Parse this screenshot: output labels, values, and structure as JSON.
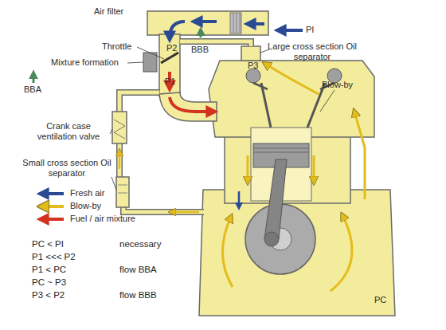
{
  "diagram": {
    "labels": [
      "Air filter",
      "PI",
      "Throttle",
      "P2",
      "Mixture formation",
      "BBB",
      "P1",
      "Large cross section Oil separator",
      "BBA",
      "P3",
      "Crank case ventilation valve",
      "Blow-by",
      "Small cross section Oil separator",
      "PC",
      "PC < PI",
      "necessary",
      "P1 <<< P2",
      "P1 < PC",
      "flow BBA",
      "PC ~ P3",
      "P3 < P2",
      "flow BBB"
    ],
    "legend": [
      {
        "text": "Fresh air"
      },
      {
        "text": "Blow-by"
      },
      {
        "text": "Fuel / air mixture"
      }
    ]
  }
}
